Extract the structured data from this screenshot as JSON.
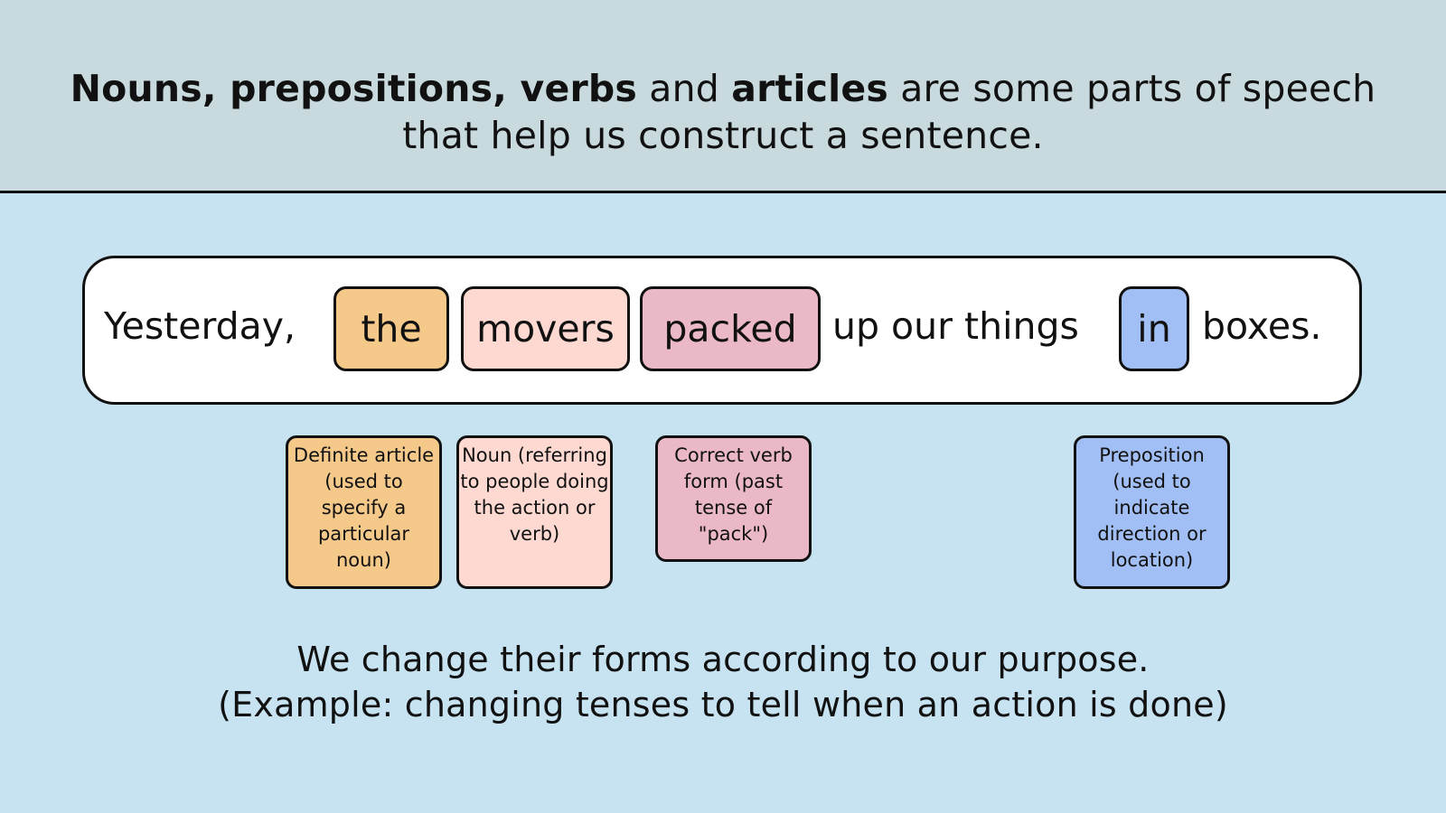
{
  "header": {
    "bold_1": "Nouns, prepositions, verbs",
    "plain_1": " and ",
    "bold_2": "articles",
    "plain_2": " are some parts of speech",
    "line_2": "that help us construct a sentence."
  },
  "sentence": {
    "word_yesterday": "Yesterday,",
    "chip_the": "the",
    "chip_movers": "movers",
    "chip_packed": "packed",
    "word_middle": "up our things",
    "chip_in": "in",
    "word_boxes": "boxes."
  },
  "cards": {
    "article": "Definite article (used to specify a particular noun)",
    "noun": "Noun (referring to people doing the action or verb)",
    "verb": "Correct verb form (past tense of \"pack\")",
    "preposition": "Preposition (used to indicate direction or location)"
  },
  "footer": {
    "line_1": "We change their forms according to our purpose.",
    "line_2": "(Example: changing tenses to tell when an action is done)"
  },
  "colors": {
    "header_bg": "#c8dade",
    "page_bg": "#c7e3f1",
    "article": "#f5c98a",
    "noun": "#fed9d1",
    "verb": "#ebb9c6",
    "preposition": "#a2bff5"
  }
}
